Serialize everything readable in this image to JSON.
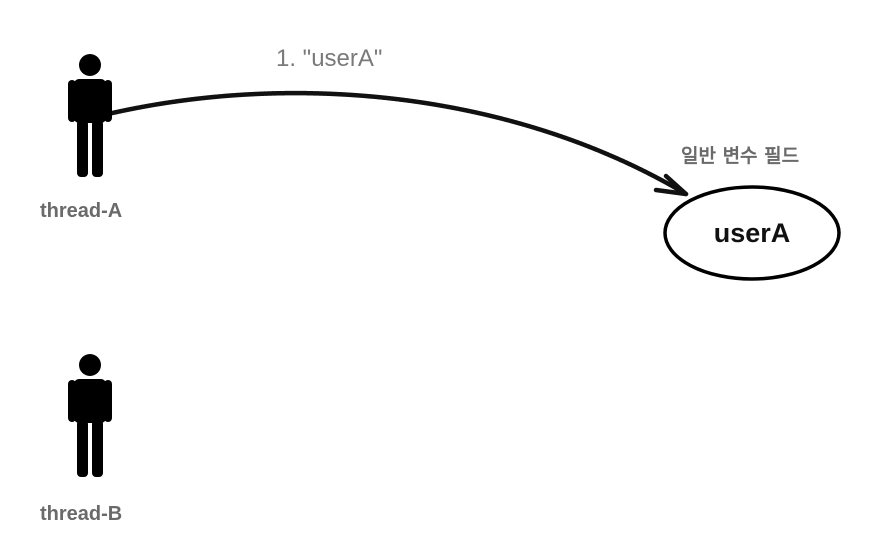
{
  "threads": [
    {
      "label": "thread-A"
    },
    {
      "label": "thread-B"
    }
  ],
  "arrow": {
    "label": "1. \"userA\""
  },
  "field": {
    "label": "일반 변수 필드",
    "value": "userA"
  },
  "icons": {
    "person": "person-icon",
    "ellipse": "ellipse-shape"
  }
}
